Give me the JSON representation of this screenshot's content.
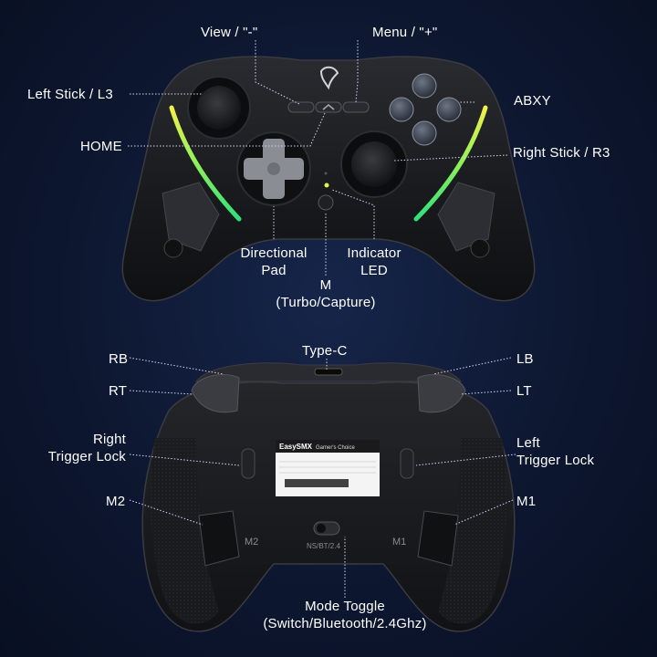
{
  "labels": {
    "view": "View  /  \"-\"",
    "menu": "Menu  /  \"+\"",
    "left_stick": "Left Stick / L3",
    "abxy": "ABXY",
    "home": "HOME",
    "right_stick": "Right Stick / R3",
    "dpad_line1": "Directional",
    "dpad_line2": "Pad",
    "indicator_line1": "Indicator",
    "indicator_line2": "LED",
    "m_line1": "M",
    "m_line2": "(Turbo/Capture)",
    "type_c": "Type-C",
    "rb": "RB",
    "lb": "LB",
    "rt": "RT",
    "lt": "LT",
    "right_trigger_lock_line1": "Right",
    "right_trigger_lock_line2": "Trigger Lock",
    "left_trigger_lock_line1": "Left",
    "left_trigger_lock_line2": "Trigger Lock",
    "m2": "M2",
    "m1": "M1",
    "mode_toggle_line1": "Mode Toggle",
    "mode_toggle_line2": "(Switch/Bluetooth/2.4Ghz)"
  },
  "sticker": {
    "brand": "EasySMX",
    "tagline": "Gamer's Choice",
    "back_m2": "M2",
    "back_m1": "M1",
    "switch_text": "NS/BT/2.4"
  },
  "colors": {
    "background": "#0d1730",
    "controller": "#1b1c20",
    "led_yellow": "#e6f04a",
    "led_green": "#3be07a",
    "pointer_line": "#d6dcff"
  },
  "icons": {
    "logo": "easysmx-logo-icon"
  }
}
